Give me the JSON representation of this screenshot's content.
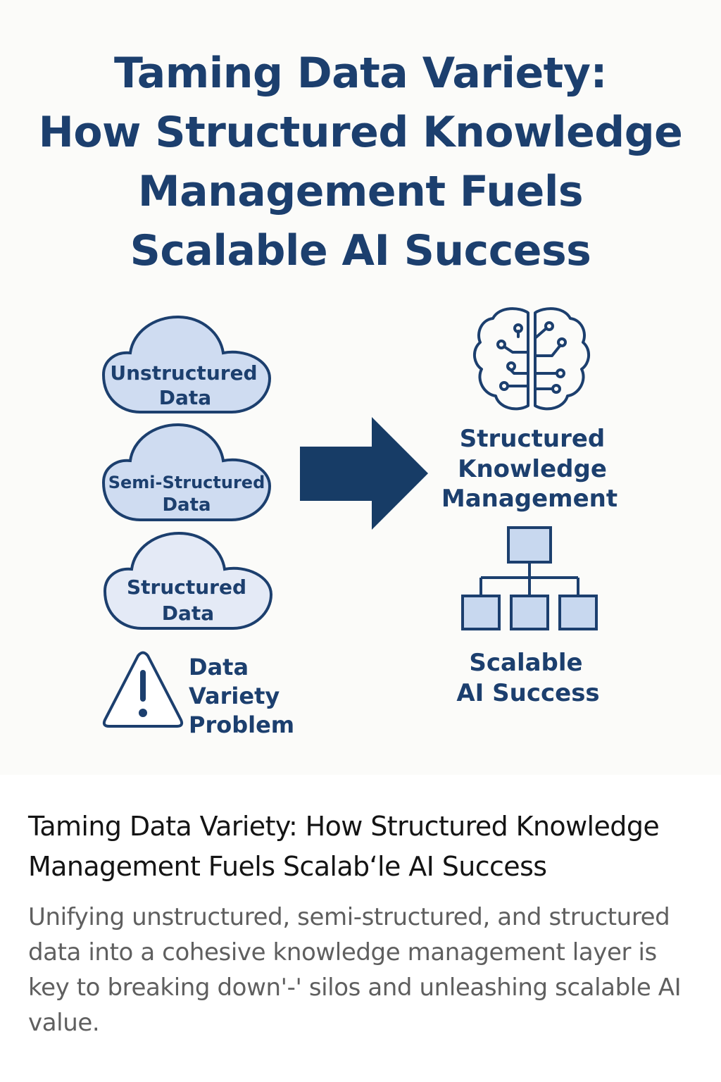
{
  "hero": {
    "title_lines": [
      "Taming Data Variety:",
      "How Structured Knowledge",
      "Management Fuels",
      "Scalable AI Success"
    ]
  },
  "diagram": {
    "clouds": [
      {
        "lines": [
          "Unstructured",
          "Data"
        ]
      },
      {
        "lines": [
          "Semi-Structured",
          "Data"
        ]
      },
      {
        "lines": [
          "Structured",
          "Data"
        ]
      }
    ],
    "problem": {
      "lines": [
        "Data",
        "Variety",
        "Problem"
      ]
    },
    "knowledge": {
      "lines": [
        "Structured",
        "Knowledge",
        "Management"
      ]
    },
    "success": {
      "lines": [
        "Scalable",
        "AI Success"
      ]
    },
    "icons": [
      "cloud-icon",
      "warning-triangle-icon",
      "arrow-right-icon",
      "brain-circuit-icon",
      "hierarchy-icon"
    ],
    "colors": {
      "navy": "#1c3f6e",
      "arrow": "#173c66",
      "cloud_fill": "#cfdcf1",
      "cloud_fill_light": "#e4eaf6",
      "box_fill": "#c8d8ef"
    }
  },
  "caption": {
    "title": "Taming Data Variety: How Structured Knowledge Management Fuels Scalab‘le AI Success",
    "description": "Unifying unstructured, semi-structured, and structured data into a cohesive knowledge management layer is key to breaking down'-' silos and unleashing scalable AI value."
  }
}
